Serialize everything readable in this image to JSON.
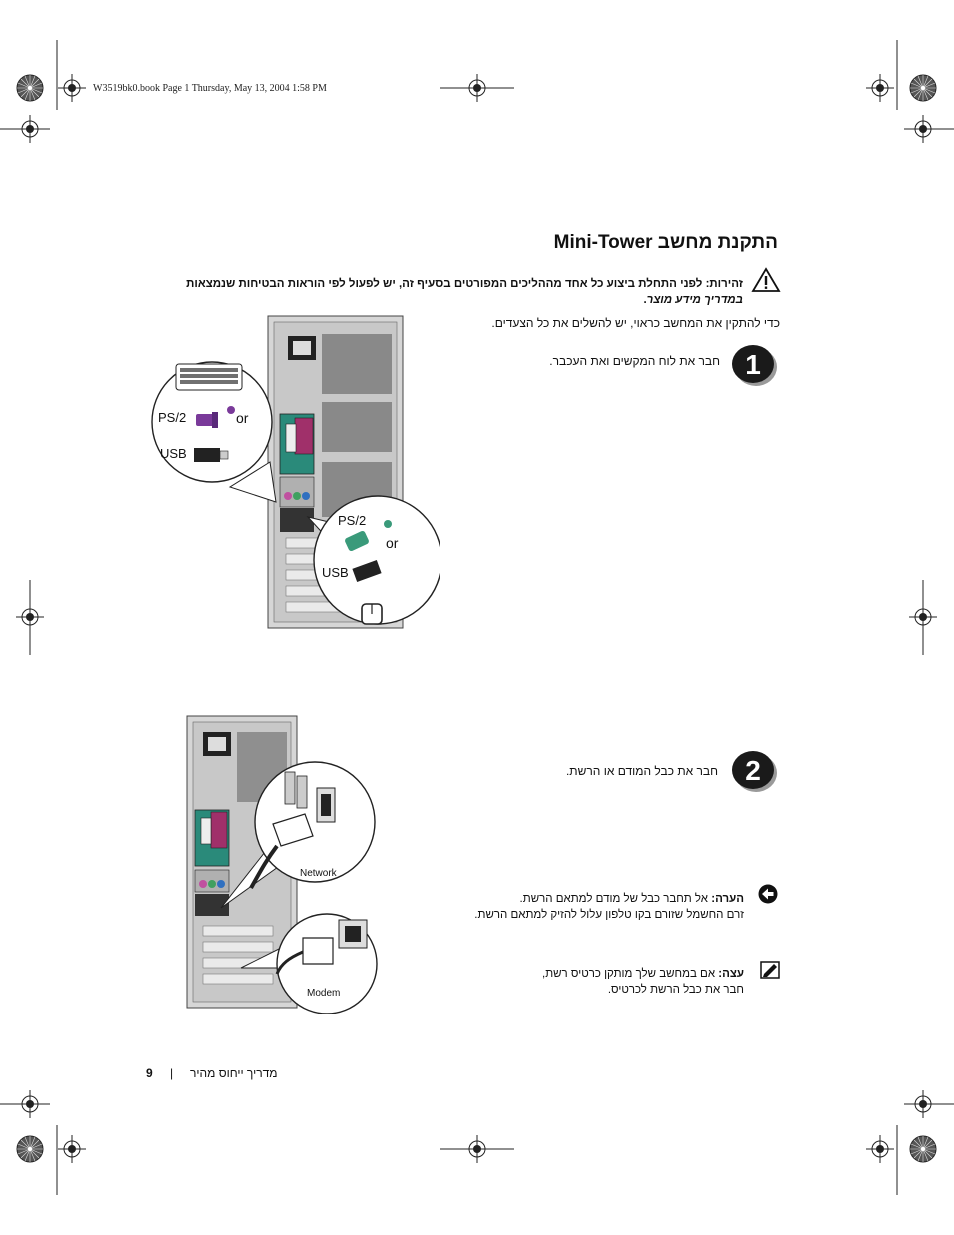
{
  "header": {
    "book_line": "W3519bk0.book  Page 1  Thursday, May 13, 2004  1:58 PM"
  },
  "title": "התקנת מחשב Mini-Tower",
  "warning": {
    "label": "זהירות:",
    "text": "לפני התחלת ביצוע כל אחד מההליכים המפורטים בסעיף זה, יש לפעול לפי הוראות הבטיחות שנמצאות",
    "ref": "במדריך מידע מוצר",
    "end": "."
  },
  "intro": "כדי להתקין את המחשב כראוי, יש להשלים את כל הצעדים.",
  "steps": [
    {
      "number": "1",
      "text": "חבר את לוח המקשים ואת העכבר."
    },
    {
      "number": "2",
      "text": "חבר את כבל המודם או הרשת."
    }
  ],
  "notice": {
    "label": "הערה:",
    "line1": "אל תחבר כבל של מודם למתאם הרשת.",
    "line2": "זרם החשמל שזורם בקו טלפון עלול להזיק למתאם הרשת."
  },
  "tip": {
    "label": "עצה:",
    "line1": "אם במחשב שלך מותקן כרטיס רשת,",
    "line2": "חבר את כבל הרשת לכרטיס."
  },
  "illustration1": {
    "ps2_top": "PS/2",
    "or_top": "or",
    "usb_top": "USB",
    "ps2_bottom": "PS/2",
    "or_bottom": "or",
    "usb_bottom": "USB"
  },
  "illustration2": {
    "network": "Network",
    "modem": "Modem"
  },
  "footer": {
    "page_number": "9",
    "separator": "|",
    "guide_name": "מדריך ייחוס מהיר"
  }
}
